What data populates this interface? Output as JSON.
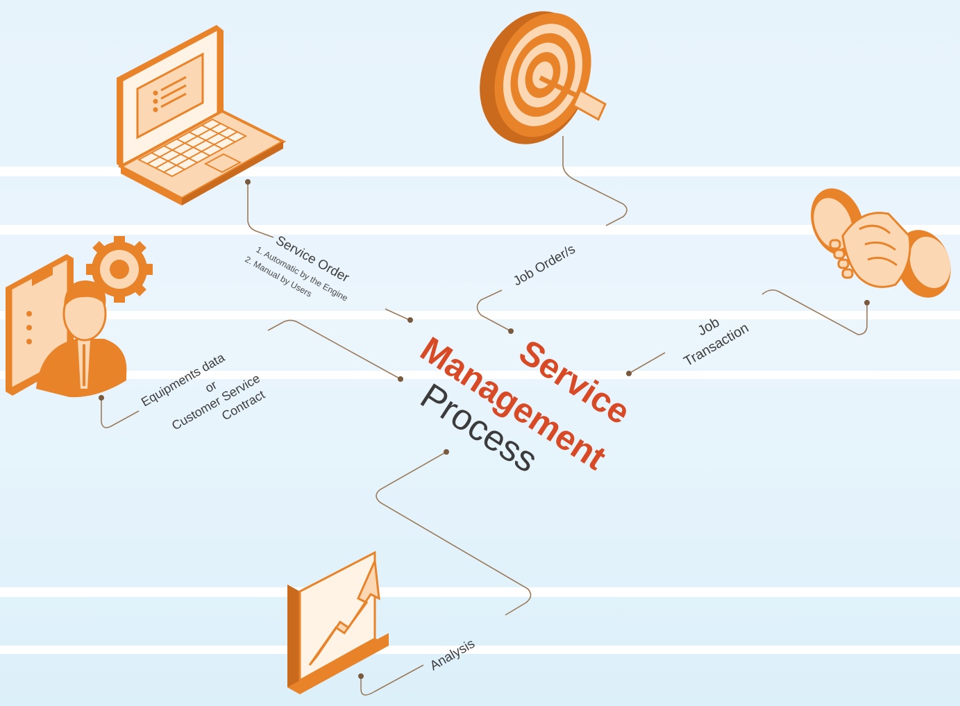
{
  "title": {
    "line1": "Service",
    "line2": "Management",
    "line3": "Process"
  },
  "nodes": {
    "service_order": {
      "label": "Service Order",
      "sub1": "1. Automatic by the Engine",
      "sub2": "2. Manual by Users"
    },
    "job_orders": {
      "label": "Job Order/s"
    },
    "job_transaction": {
      "line1": "Job",
      "line2": "Transaction"
    },
    "equipments": {
      "line1": "Equipments data",
      "line2": "or",
      "line3": "Customer Service",
      "line4": "Contract"
    },
    "analysis": {
      "label": "Analysis"
    }
  },
  "icons": {
    "laptop": "laptop-icon",
    "target": "target-icon",
    "handshake": "handshake-icon",
    "person": "person-clipboard-gear-icon",
    "chart": "growth-chart-icon"
  },
  "colors": {
    "orange": "#e8832a",
    "light_orange": "#fbd7b3",
    "red_title": "#d84a25",
    "connector": "#9a7a5a"
  }
}
